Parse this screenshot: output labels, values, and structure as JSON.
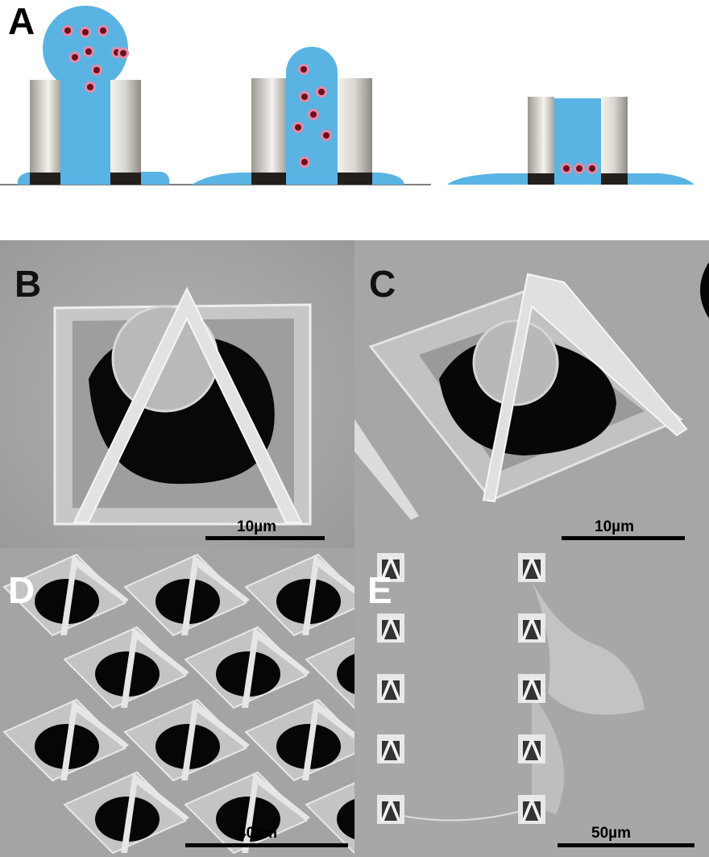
{
  "figure": {
    "panels": [
      {
        "label": "A",
        "type": "schematic"
      },
      {
        "label": "B",
        "type": "sem",
        "scale_bar": "10µm"
      },
      {
        "label": "C",
        "type": "sem",
        "scale_bar": "10µm"
      },
      {
        "label": "D",
        "type": "sem",
        "scale_bar": "40µm"
      },
      {
        "label": "E",
        "type": "sem",
        "scale_bar": "50µm"
      }
    ]
  },
  "colors": {
    "liquid": "#5ab4e3",
    "cell": "#7a1526",
    "cell_ring": "#e07090",
    "sem_bg": "#a9a9a9"
  }
}
